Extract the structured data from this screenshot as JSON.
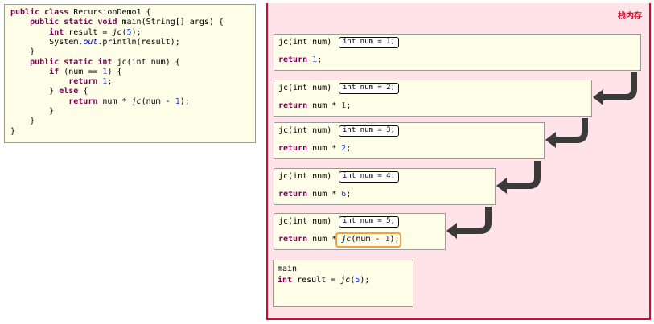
{
  "code": {
    "lines": [
      [
        {
          "t": "public class ",
          "c": "kw"
        },
        {
          "t": "RecursionDemo1 {"
        }
      ],
      [
        {
          "t": "    "
        },
        {
          "t": "public static void ",
          "c": "kw"
        },
        {
          "t": "main(String[] args) {"
        }
      ],
      [
        {
          "t": "        "
        },
        {
          "t": "int ",
          "c": "kw"
        },
        {
          "t": "result = "
        },
        {
          "t": "jc",
          "c": "it"
        },
        {
          "t": "("
        },
        {
          "t": "5",
          "c": "num"
        },
        {
          "t": ");"
        }
      ],
      [
        {
          "t": "        System."
        },
        {
          "t": "out",
          "c": "fld"
        },
        {
          "t": ".println(result);"
        }
      ],
      [
        {
          "t": "    }"
        }
      ],
      [
        {
          "t": "    "
        },
        {
          "t": "public static int ",
          "c": "kw"
        },
        {
          "t": "jc(int num) {"
        }
      ],
      [
        {
          "t": "        "
        },
        {
          "t": "if ",
          "c": "kw"
        },
        {
          "t": "(num == "
        },
        {
          "t": "1",
          "c": "num"
        },
        {
          "t": ") {"
        }
      ],
      [
        {
          "t": "            "
        },
        {
          "t": "return ",
          "c": "kw"
        },
        {
          "t": "1",
          "c": "num"
        },
        {
          "t": ";"
        }
      ],
      [
        {
          "t": "        } "
        },
        {
          "t": "else ",
          "c": "kw"
        },
        {
          "t": "{"
        }
      ],
      [
        {
          "t": "            "
        },
        {
          "t": "return ",
          "c": "kw"
        },
        {
          "t": "num * "
        },
        {
          "t": "jc",
          "c": "it"
        },
        {
          "t": "(num - "
        },
        {
          "t": "1",
          "c": "num"
        },
        {
          "t": ");"
        }
      ],
      [
        {
          "t": "        }"
        }
      ],
      [
        {
          "t": "    }"
        }
      ],
      [
        {
          "t": "}"
        }
      ]
    ]
  },
  "stack": {
    "label": "栈内存",
    "frames": [
      {
        "head": "jc(int num)",
        "badge": "int num = 1;",
        "ret_kw": "return ",
        "ret_expr": "",
        "ret_val": "1",
        "ret_end": ";"
      },
      {
        "head": "jc(int num)",
        "badge": "int num = 2;",
        "ret_kw": "return ",
        "ret_expr": "num * ",
        "ret_val": "1",
        "ret_end": ";"
      },
      {
        "head": "jc(int num)",
        "badge": "int num = 3;",
        "ret_kw": "return ",
        "ret_expr": "num * ",
        "ret_val": "2",
        "ret_end": ";"
      },
      {
        "head": "jc(int num)",
        "badge": "int num = 4;",
        "ret_kw": "return ",
        "ret_expr": "num * ",
        "ret_val": "6",
        "ret_end": ";"
      },
      {
        "head": "jc(int num)",
        "badge": "int num = 5;",
        "ret_kw": "return ",
        "ret_expr": "num * ",
        "call_fn": "jc",
        "call_args": "(num - ",
        "call_val": "1",
        "call_end": ");"
      }
    ],
    "main_frame": {
      "title": "main",
      "kw": "int ",
      "text": "result = ",
      "fn": "jc",
      "args": "(",
      "val": "5",
      "end": ");"
    }
  }
}
